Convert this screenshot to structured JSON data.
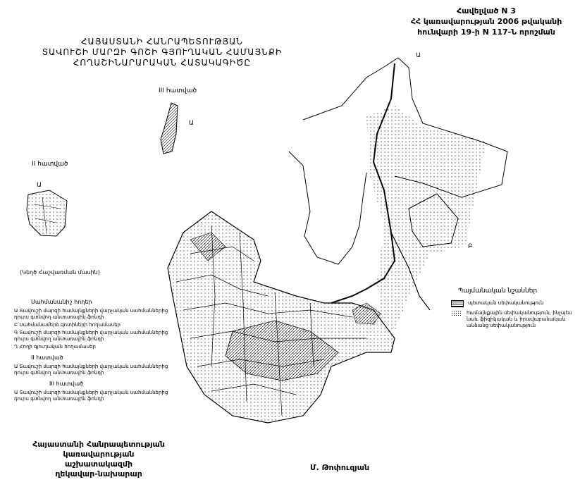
{
  "header": {
    "annex": "Հավելված N 3",
    "line2": "ՀՀ կառավարության 2006 թվականի",
    "line3": "հունվարի 19-ի N 117-Ն որոշման"
  },
  "title": {
    "line1": "ՀԱՅԱՍՏԱՆԻ ՀԱՆՐԱՊԵՏՈՒԹՅԱՆ",
    "line2": "ՏԱՎՈՒՇԻ ՄԱՐԶԻ ԳՈՇԻ ԳՅՈՒՂԱԿԱՆ ՀԱՄԱՅՆՔԻ",
    "line3": "ՀՈՂԱՇԻՆԱՐԱՐԱԿԱՆ ՀԱՏԱԿԱԳԻԾԸ"
  },
  "parts": {
    "part3": "III հատված",
    "part2": "II հատված",
    "part1_letter": "Ա",
    "part2_letter": "Ա",
    "north_letter": "Ա",
    "east_letter": "Բ"
  },
  "left_note": "(Կեղծ Հաշվառման մասին)",
  "left_legend": {
    "heading1": "Սահմանանիշ հողեր",
    "items1": [
      "Ա  Տավուշի մարզի համայնքների վարչական սահմաններից դուրս գտնվող անտառային ֆոնդի",
      "Բ  Սահմանամերձ գոտիների հողամասեր",
      "Գ  Տավուշի մարզի համայնքների վարչական սահմաններից դուրս գտնվող անտառային ֆոնդի",
      "Դ  Հողի գյուղական հողամասեր"
    ],
    "heading2": "II հատված",
    "items2": [
      "Ա  Տավուշի մարզի համայնքների վարչական սահմաններից դուրս գտնվող անտառային ֆոնդի"
    ],
    "heading3": "III հատված",
    "items3": [
      "Ա  Տավուշի մարզի համայնքների վարչական սահմաններից դուրս գտնվող անտառային ֆոնդի"
    ]
  },
  "right_legend": {
    "title": "Պայմանական նշաններ",
    "items": [
      "պետական սեփականություն",
      "համայնքային սեփականություն, ինչպես նաև ֆիզիկական և իրավաբանական անձանց սեփականություն"
    ]
  },
  "bottom_left": {
    "line1": "Հայաստանի Հանրապետության",
    "line2": "կառավարության աշխատակազմի",
    "line3": "ղեկավար-նախարար"
  },
  "signature": "Մ. Թոփուզյան",
  "colors": {
    "ink": "#000000",
    "paper": "#ffffff"
  }
}
